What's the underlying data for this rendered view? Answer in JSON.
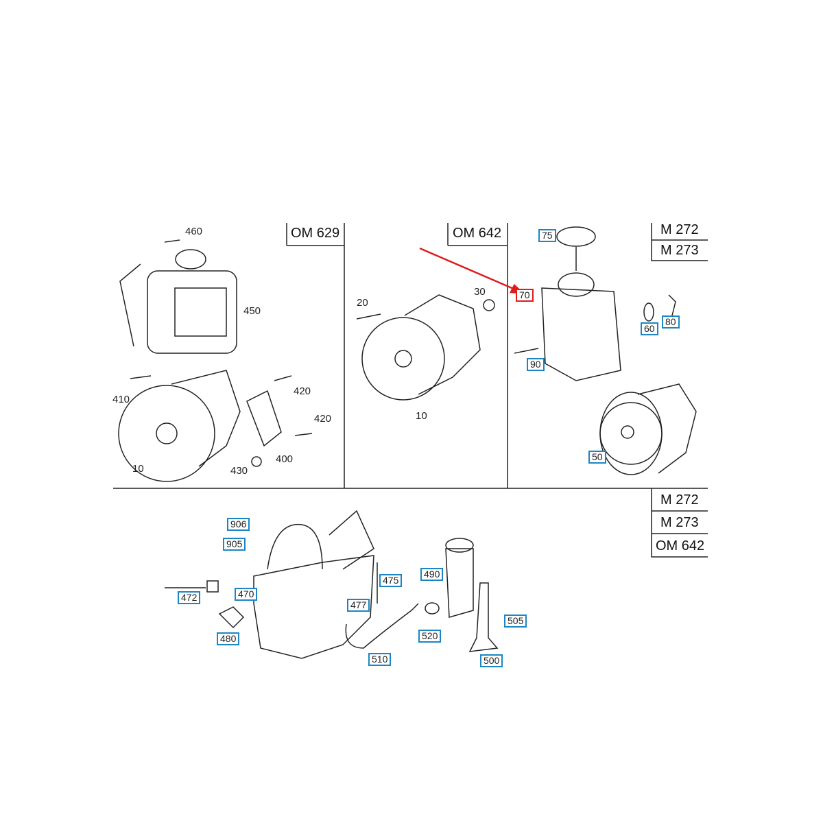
{
  "sections": {
    "om629": "OM 629",
    "om642": "OM 642",
    "m272": "M 272",
    "m273": "M 273",
    "bottom_m272": "M 272",
    "bottom_m273": "M 273",
    "bottom_om642": "OM 642"
  },
  "plain_labels": {
    "l460": "460",
    "l450": "450",
    "l410": "410",
    "l420a": "420",
    "l420b": "420",
    "l400": "400",
    "l430": "430",
    "l10a": "10",
    "l20": "20",
    "l30": "30",
    "l10b": "10"
  },
  "boxed_labels": {
    "b75": "75",
    "b70": "70",
    "b80": "80",
    "b60": "60",
    "b90": "90",
    "b50": "50",
    "b906": "906",
    "b905": "905",
    "b472": "472",
    "b470": "470",
    "b480": "480",
    "b477": "477",
    "b475": "475",
    "b490": "490",
    "b510": "510",
    "b520": "520",
    "b505": "505",
    "b500": "500"
  },
  "colors": {
    "highlight": "#e01b1b",
    "callout_box": "#1a86c4"
  }
}
